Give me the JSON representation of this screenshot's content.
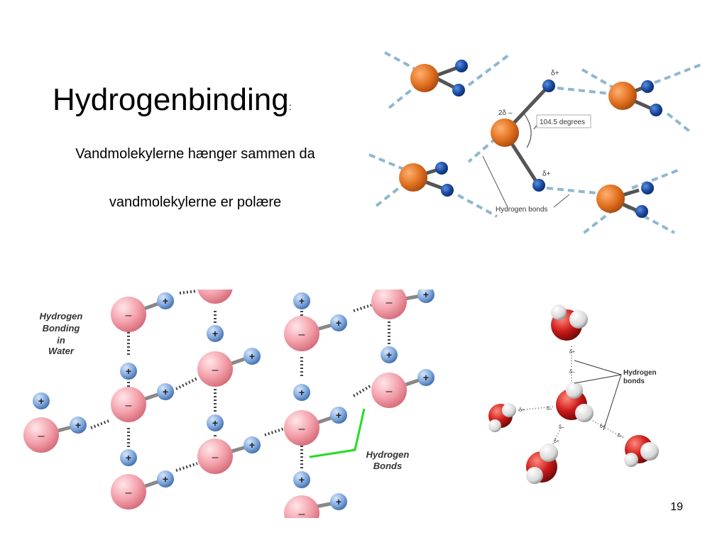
{
  "slide": {
    "title": "Hydrogenbinding",
    "title_colon": ":",
    "subtitle_line1": "Vandmolekylerne hænger sammen da",
    "subtitle_line2": "vandmolekylerne er polære",
    "page_number": "19"
  },
  "fig_top": {
    "angle_label": "104.5 degrees",
    "delta_minus": "2δ –",
    "delta_plus_1": "δ+",
    "delta_plus_2": "δ+",
    "hbond_label": "Hydrogen bonds"
  },
  "fig_left": {
    "title_line1": "Hydrogen",
    "title_line2": "Bonding",
    "title_line3": "in",
    "title_line4": "Water",
    "label_line1": "Hydrogen",
    "label_line2": "Bonds",
    "minus_sign": "–",
    "plus_sign": "+"
  },
  "fig_right": {
    "label_line1": "Hydrogen",
    "label_line2": "bonds",
    "d_plus": "δ+",
    "d_minus": "δ–"
  },
  "colors": {
    "oxygen_orange": "#e0701e",
    "hydrogen_blue": "#1a4aa0",
    "oxygen_pink": "#f4a3ad",
    "hydrogen_lightblue": "#7ea6dd",
    "hbond_green": "#22dd22",
    "oxygen_red": "#cc1a1a"
  }
}
